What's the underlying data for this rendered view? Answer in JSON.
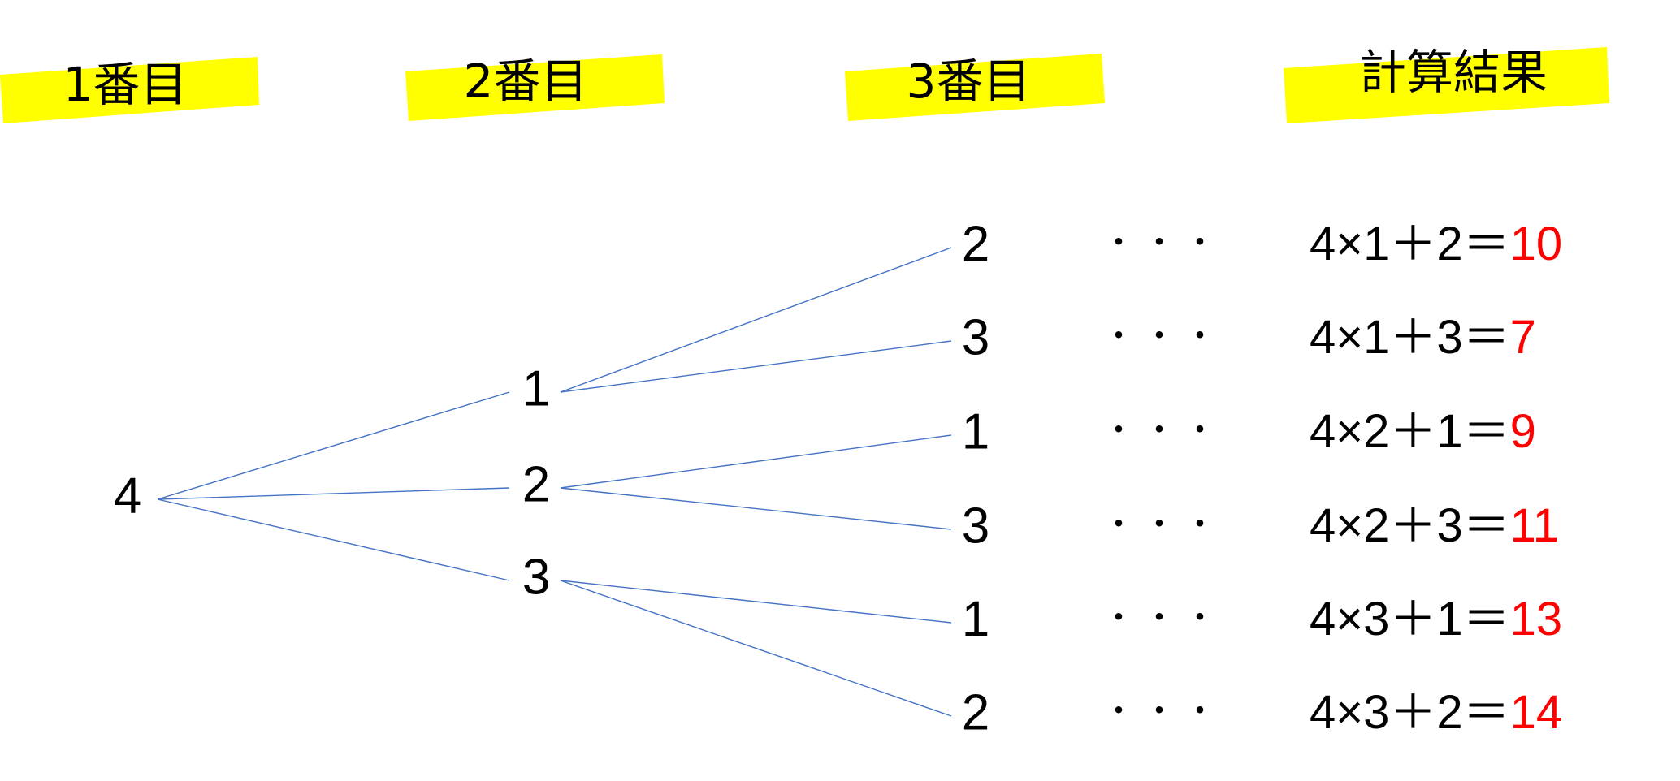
{
  "headers": [
    "1番目",
    "2番目",
    "3番目",
    "計算結果"
  ],
  "colors": {
    "highlight": "#ffff00",
    "line": "#4472c4",
    "result": "#ff0000",
    "text": "#000000"
  },
  "root": "4",
  "level2": [
    "1",
    "2",
    "3"
  ],
  "level3": [
    "2",
    "3",
    "1",
    "3",
    "1",
    "2"
  ],
  "level3_parent": [
    0,
    0,
    1,
    1,
    2,
    2
  ],
  "separator": "・・・",
  "equations": [
    {
      "expr": "4×1＋2＝",
      "result": "10"
    },
    {
      "expr": "4×1＋3＝",
      "result": "7"
    },
    {
      "expr": "4×2＋1＝",
      "result": "9"
    },
    {
      "expr": "4×2＋3＝",
      "result": "11"
    },
    {
      "expr": "4×3＋1＝",
      "result": "13"
    },
    {
      "expr": "4×3＋2＝",
      "result": "14"
    }
  ]
}
